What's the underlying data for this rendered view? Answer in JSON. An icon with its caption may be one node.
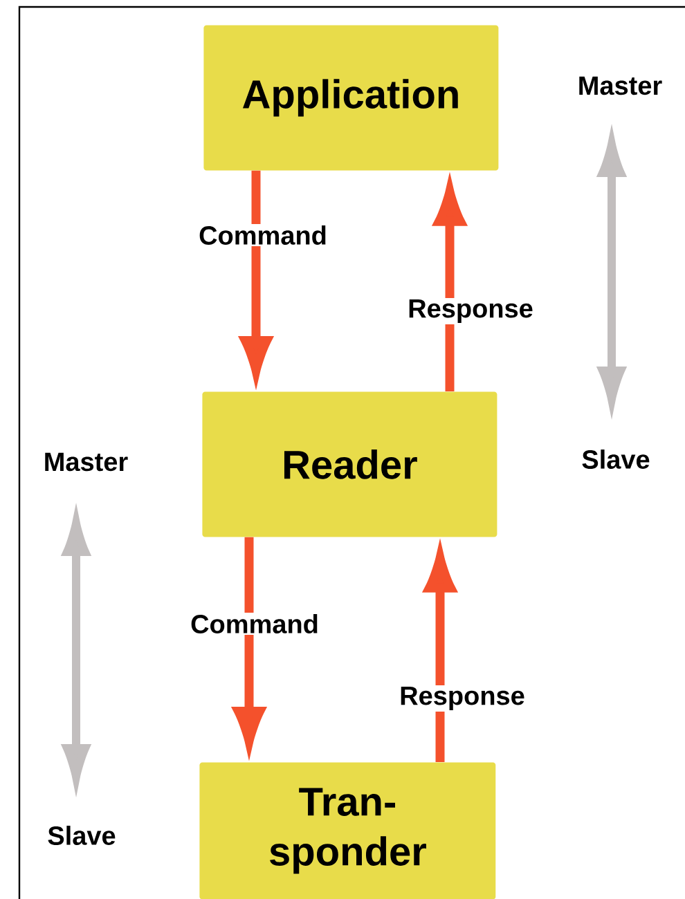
{
  "diagram": {
    "nodes": [
      {
        "text": [
          "Application"
        ]
      },
      {
        "text": [
          "Reader"
        ]
      },
      {
        "text": [
          "Tran- sponder"
        ]
      }
    ],
    "edges": [
      {
        "from": 0,
        "to": 1,
        "arrow": "to",
        "label": "Command"
      },
      {
        "from": 1,
        "to": 0,
        "arrow": "to",
        "label": "Response"
      },
      {
        "from": 1,
        "to": 2,
        "arrow": "to",
        "label": "Command"
      },
      {
        "from": 2,
        "to": 1,
        "arrow": "to",
        "label": "Response"
      }
    ],
    "labels": [
      "Master",
      "Slave",
      "Master",
      "Slave"
    ]
  }
}
